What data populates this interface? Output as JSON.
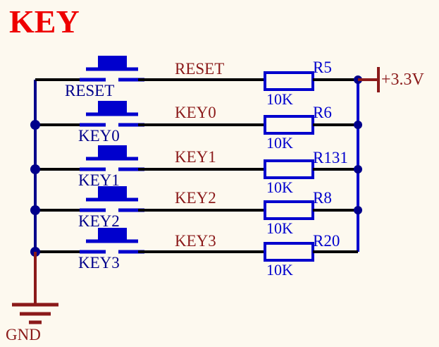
{
  "diagram": {
    "title": "KEY",
    "background_color": "#fdf9ef",
    "colors": {
      "title_red": "#ee0000",
      "net_label_red": "#8b1a1a",
      "wire_black": "#000000",
      "symbol_blue": "#0000cd",
      "junction_navy": "#00008b",
      "power_dark_red": "#8b1a1a"
    },
    "power": {
      "label": "+3.3V",
      "symbol": "power-bar-icon"
    },
    "ground": {
      "label": "GND",
      "symbol": "earth-ground-icon"
    },
    "rows": [
      {
        "switch_designator": "RESET",
        "net_label": "RESET",
        "resistor_ref": "R5",
        "resistor_value": "10K",
        "switch_symbol": "pushbutton-icon"
      },
      {
        "switch_designator": "KEY0",
        "net_label": "KEY0",
        "resistor_ref": "R6",
        "resistor_value": "10K",
        "switch_symbol": "pushbutton-icon"
      },
      {
        "switch_designator": "KEY1",
        "net_label": "KEY1",
        "resistor_ref": "R131",
        "resistor_value": "10K",
        "switch_symbol": "pushbutton-icon"
      },
      {
        "switch_designator": "KEY2",
        "net_label": "KEY2",
        "resistor_ref": "R8",
        "resistor_value": "10K",
        "switch_symbol": "pushbutton-icon"
      },
      {
        "switch_designator": "KEY3",
        "net_label": "KEY3",
        "resistor_ref": "R20",
        "resistor_value": "10K",
        "switch_symbol": "pushbutton-icon"
      }
    ]
  }
}
